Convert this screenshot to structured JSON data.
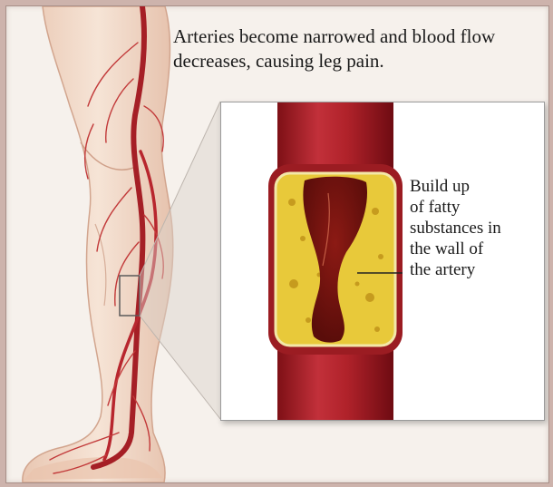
{
  "caption": {
    "line1": "Arteries become narrowed and blood flow",
    "line2": "decreases, causing leg pain."
  },
  "annotation": {
    "lines": [
      "Build up",
      "of fatty",
      "substances in",
      "the wall of",
      "the artery"
    ]
  },
  "colors": {
    "background": "#f6f1ec",
    "border": "#cdb3ac",
    "artery_red": "#b0222a",
    "plaque_yellow": "#e8c93a",
    "skin": "#f1d9c6"
  }
}
